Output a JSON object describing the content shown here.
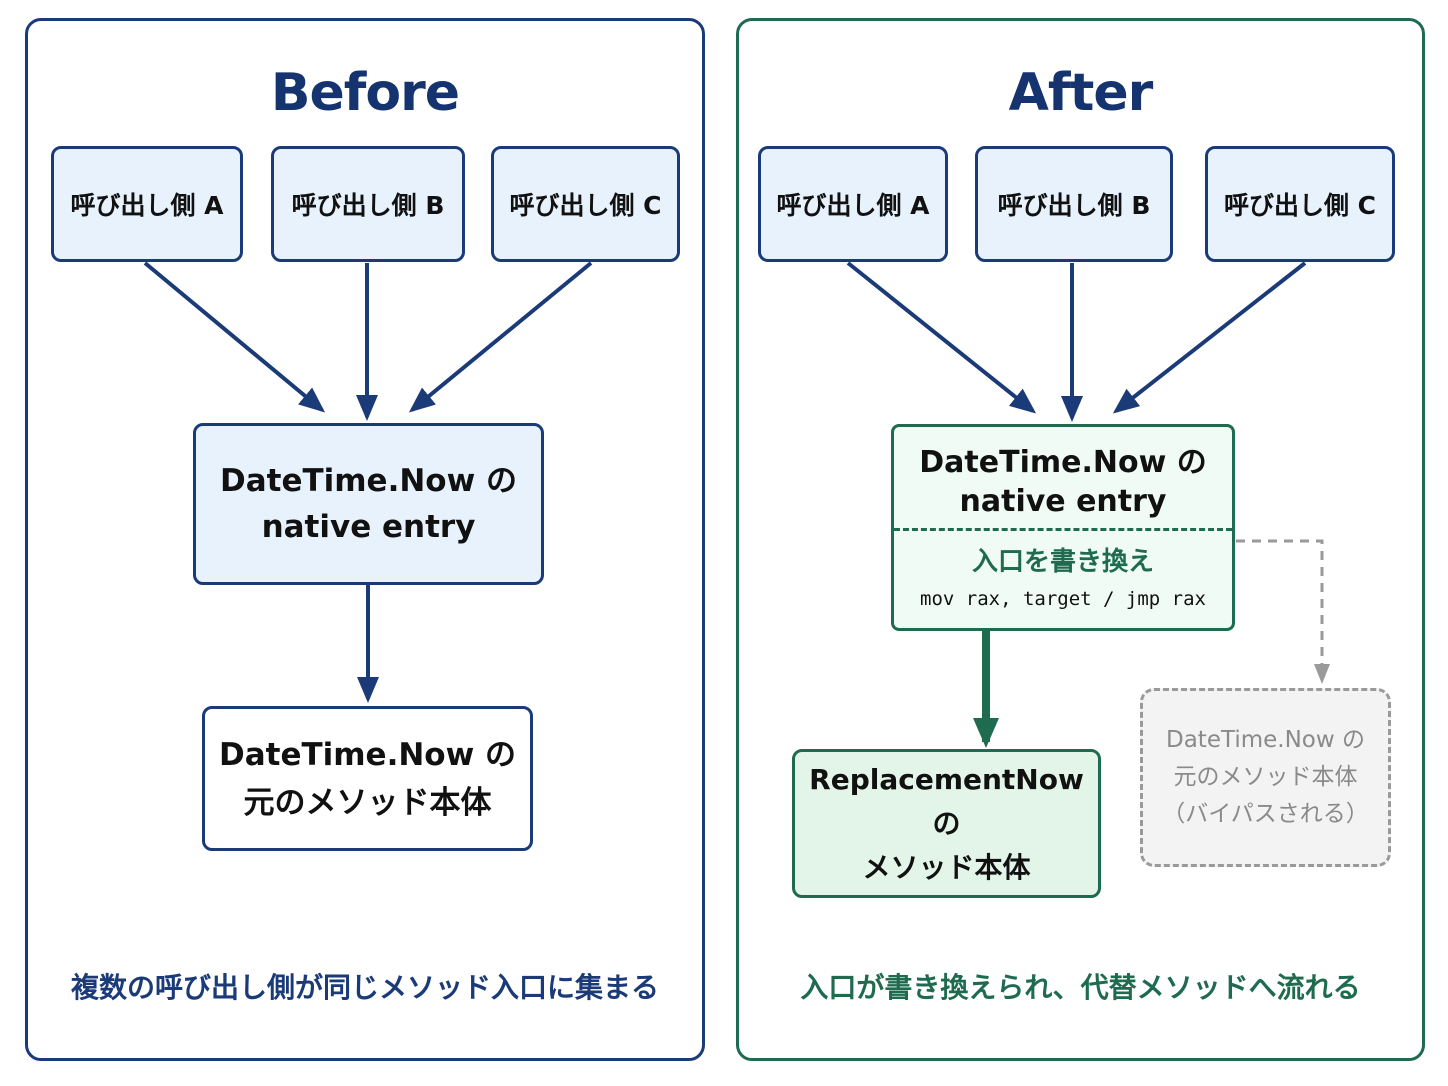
{
  "before": {
    "title": "Before",
    "callers": [
      "呼び出し側 A",
      "呼び出し側 B",
      "呼び出し側 C"
    ],
    "entry": {
      "line1": "DateTime.Now の",
      "line2": "native entry"
    },
    "original": {
      "line1": "DateTime.Now の",
      "line2": "元のメソッド本体"
    },
    "caption": "複数の呼び出し側が同じメソッド入口に集まる"
  },
  "after": {
    "title": "After",
    "callers": [
      "呼び出し側 A",
      "呼び出し側 B",
      "呼び出し側 C"
    ],
    "entry": {
      "line1": "DateTime.Now の",
      "line2": "native entry",
      "rewrite": "入口を書き換え",
      "asm": "mov rax, target / jmp rax"
    },
    "replacement": {
      "line1": "ReplacementNow の",
      "line2": "メソッド本体"
    },
    "bypassed": {
      "line1": "DateTime.Now の",
      "line2": "元のメソッド本体",
      "line3": "（バイパスされる）"
    },
    "caption": "入口が書き換えられ、代替メソッドへ流れる"
  },
  "colors": {
    "navy": "#1b3a78",
    "green": "#1f6b4f",
    "light_blue": "#e8f2fd",
    "light_green": "#e3f5e9",
    "gray": "#9a9a9a"
  }
}
